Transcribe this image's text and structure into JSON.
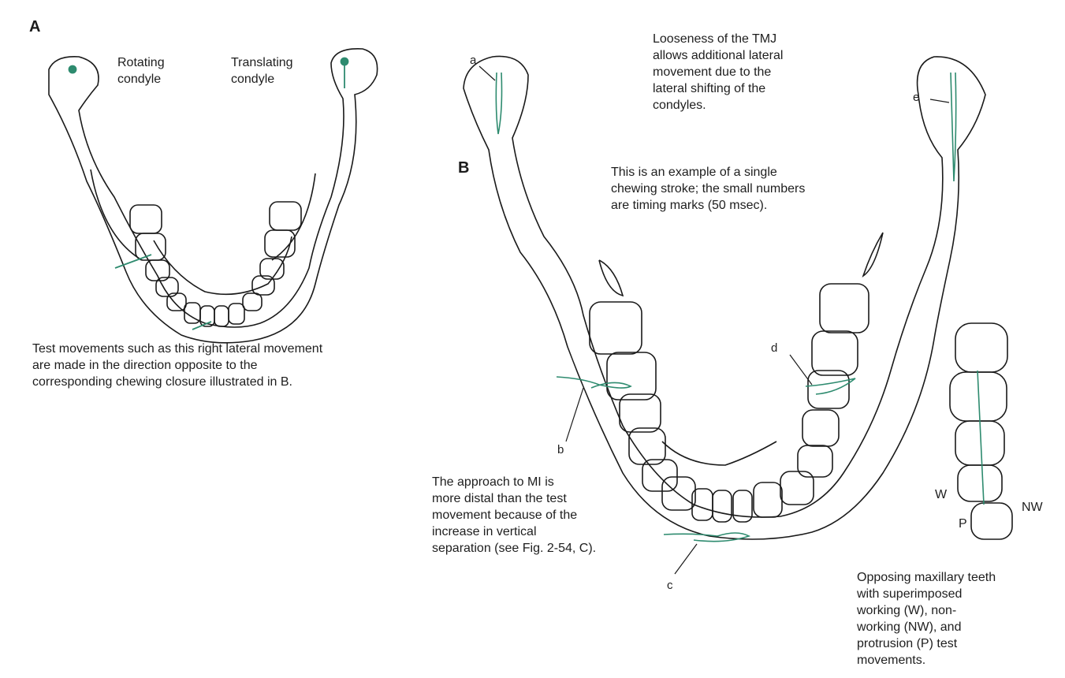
{
  "panel_a": {
    "letter": "A",
    "rotating_label": "Rotating\ncondyle",
    "translating_label": "Translating\ncondyle",
    "caption": "Test movements such as this right lateral movement\nare made in the direction opposite to the\ncorresponding chewing closure illustrated in B."
  },
  "panel_b": {
    "letter": "B",
    "looseness_note": "Looseness of the TMJ\nallows additional lateral\nmovement due to the\nlateral shifting of the\ncondyles.",
    "stroke_note": "This is an example of a single\nchewing stroke; the small numbers\nare timing marks (50 msec).",
    "approach_note": "The approach to MI is\nmore distal than the test\nmovement because of the\nincrease in vertical\nseparation (see Fig. 2-54, C).",
    "point_labels": {
      "a": "a",
      "b": "b",
      "c": "c",
      "d": "d",
      "e": "e"
    }
  },
  "occlusal": {
    "w": "W",
    "nw": "NW",
    "p": "P",
    "caption": "Opposing maxillary teeth\nwith superimposed\nworking (W), non-\nworking (NW), and\nprotrusion (P) test\nmovements."
  },
  "colors": {
    "accent": "#2e8b6f",
    "line": "#1a1a1a"
  }
}
